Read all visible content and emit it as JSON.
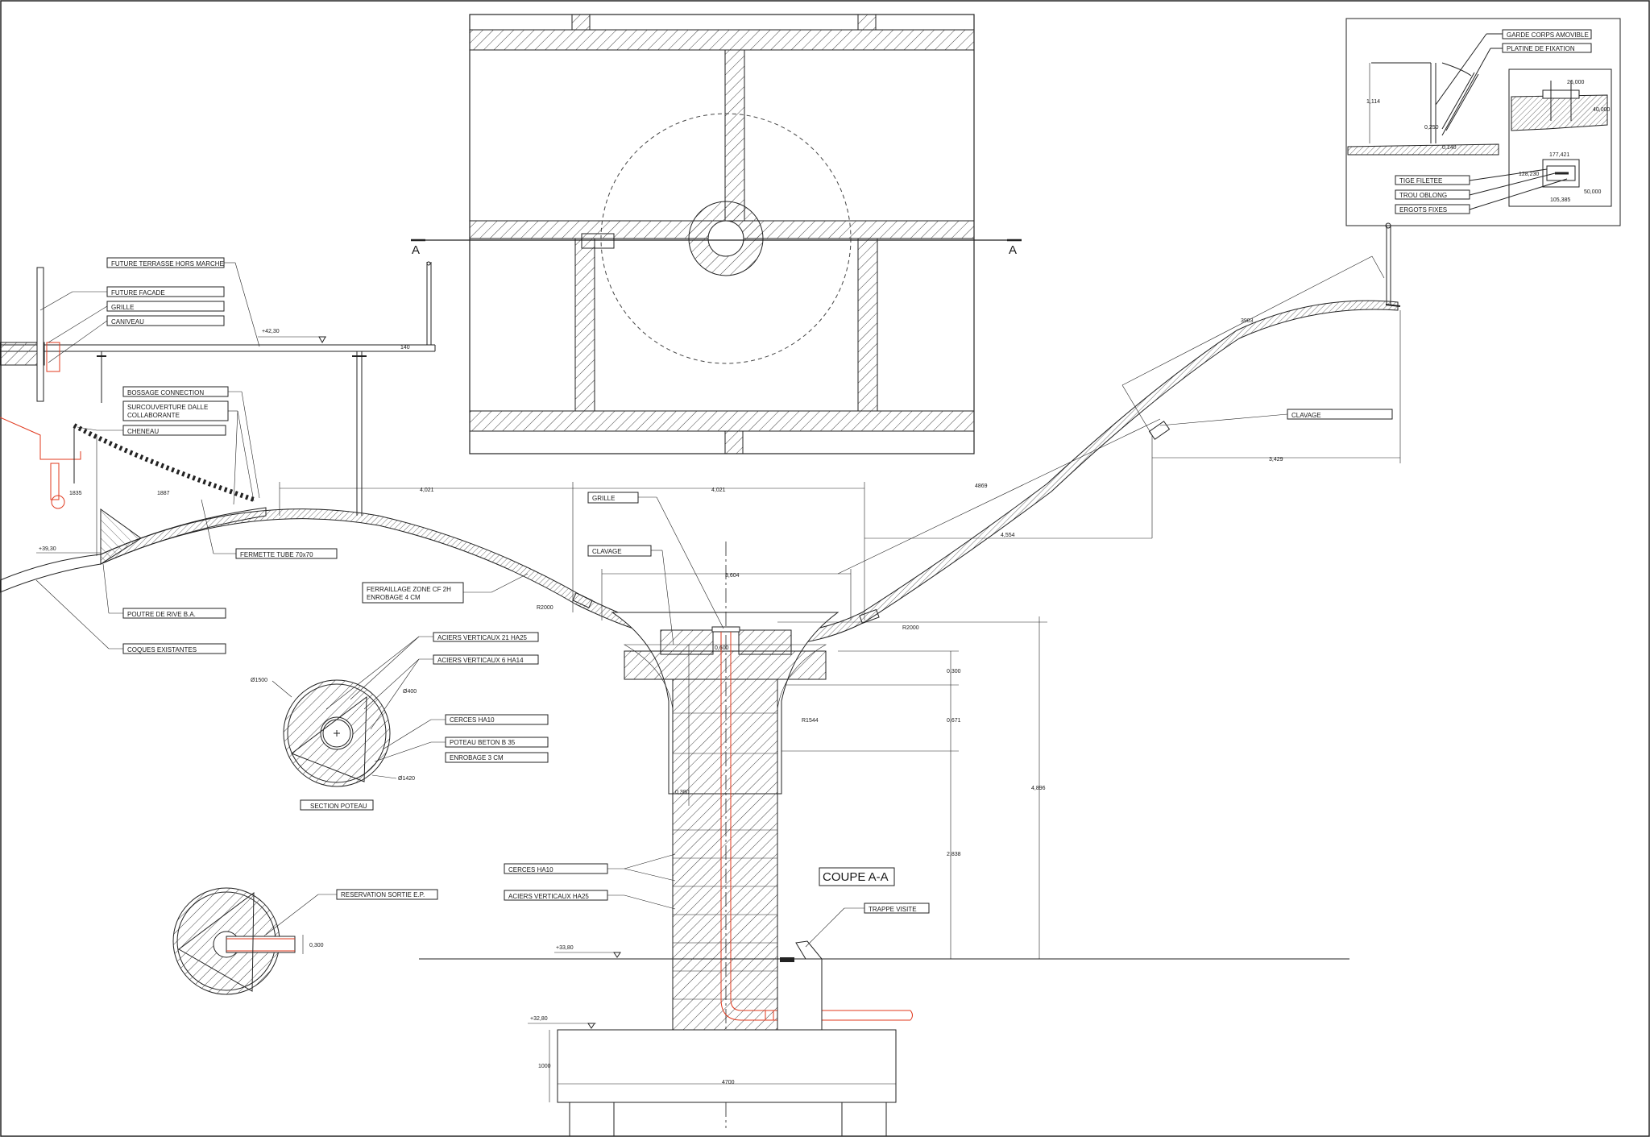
{
  "title": "COUPE A-A",
  "section_mark": "A",
  "levels": {
    "terrace": "+42,30",
    "shell": "+39,30",
    "ground": "+33,80",
    "foundation": "+32,80"
  },
  "callouts": {
    "future_terrace": "FUTURE TERRASSE HORS MARCHE",
    "future_facade": "FUTURE FACADE",
    "grille_top": "GRILLE",
    "caniveau": "CANIVEAU",
    "bossage": "BOSSAGE CONNECTION",
    "surcouverture": "SURCOUVERTURE DALLE",
    "surcouverture2": "COLLABORANTE",
    "cheneau": "CHENEAU",
    "fermette": "FERMETTE TUBE 70x70",
    "ferraillage1": "FERRAILLAGE ZONE CF 2H",
    "ferraillage2": "ENROBAGE 4 CM",
    "poutre": "POUTRE DE RIVE B.A.",
    "coques": "COQUES EXISTANTES",
    "grille_mid": "GRILLE",
    "clavage_mid": "CLAVAGE",
    "clavage_right": "CLAVAGE",
    "aciers21": "ACIERS VERTICAUX 21 HA25",
    "aciers6": "ACIERS VERTICAUX 6 HA14",
    "cerces_sec": "CERCES HA10",
    "poteau_beton": "POTEAU BETON B 35",
    "enrobage3": "ENROBAGE 3 CM",
    "section_poteau": "SECTION POTEAU",
    "reservation": "RESERVATION SORTIE E.P.",
    "cerces_col": "CERCES HA10",
    "aciers_col": "ACIERS VERTICAUX HA25",
    "trappe": "TRAPPE VISITE",
    "garde_corps": "GARDE CORPS AMOVIBLE",
    "platine": "PLATINE DE FIXATION",
    "tige": "TIGE FILETEE",
    "trou": "TROU OBLONG",
    "ergots": "ERGOTS FIXES"
  },
  "dimensions": {
    "d140": "140",
    "d1835": "1835",
    "d1887": "1887",
    "d4021a": "4,021",
    "d4021b": "4,021",
    "d3604": "3,604",
    "d3903": "3903",
    "d4869": "4869",
    "d3429": "3,429",
    "d4554": "4,554",
    "r2000a": "R2000",
    "r2000b": "R2000",
    "r1544": "R1544",
    "d0600": "0,600",
    "d0300": "0,300",
    "d0671": "0,671",
    "d4896": "4,896",
    "d2838": "2,838",
    "d0380": "0,380",
    "d1500": "Ø1500",
    "d400": "Ø400",
    "d1420": "Ø1420",
    "d0300b": "0,300",
    "d1000": "1000",
    "d4700": "4700",
    "d1114": "1,114",
    "d0140": "0,140",
    "d0250": "0,250",
    "d26": "26,000",
    "d40": "40,000",
    "d177": "177,421",
    "d128": "128,230",
    "d50": "50,000",
    "d105": "105,385"
  },
  "colors": {
    "line": "#1a1a1a",
    "hatch": "#444444",
    "pipe": "#e0391e"
  }
}
